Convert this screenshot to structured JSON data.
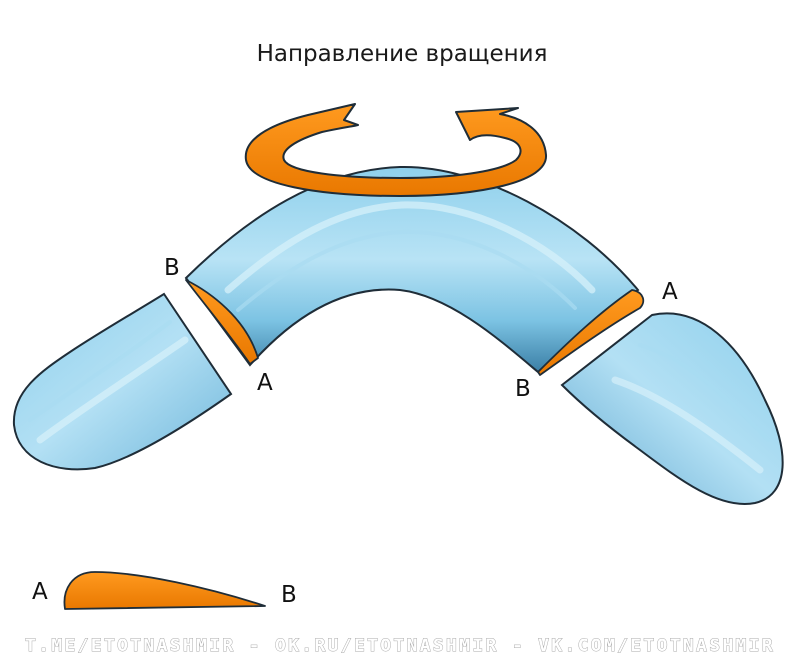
{
  "title": "Направление вращения",
  "labels": {
    "left_joint_b": "B",
    "left_joint_a": "A",
    "right_joint_a": "A",
    "right_joint_b": "B",
    "profile_a": "A",
    "profile_b": "B"
  },
  "watermark": "T.ME/ETOTNASHMIR - OK.RU/ETOTNASHMIR - VK.COM/ETOTNASHMIR",
  "colors": {
    "wing_fill": "#7cc3e3",
    "wing_highlight": "#c9eaf7",
    "wing_shadow": "#3b7fa6",
    "outline": "#1f2d38",
    "orange": "#f6860f",
    "orange_dark": "#c55f00",
    "text": "#1a1a1a"
  },
  "icons": {
    "rotation": "rotation-arrow-icon"
  }
}
